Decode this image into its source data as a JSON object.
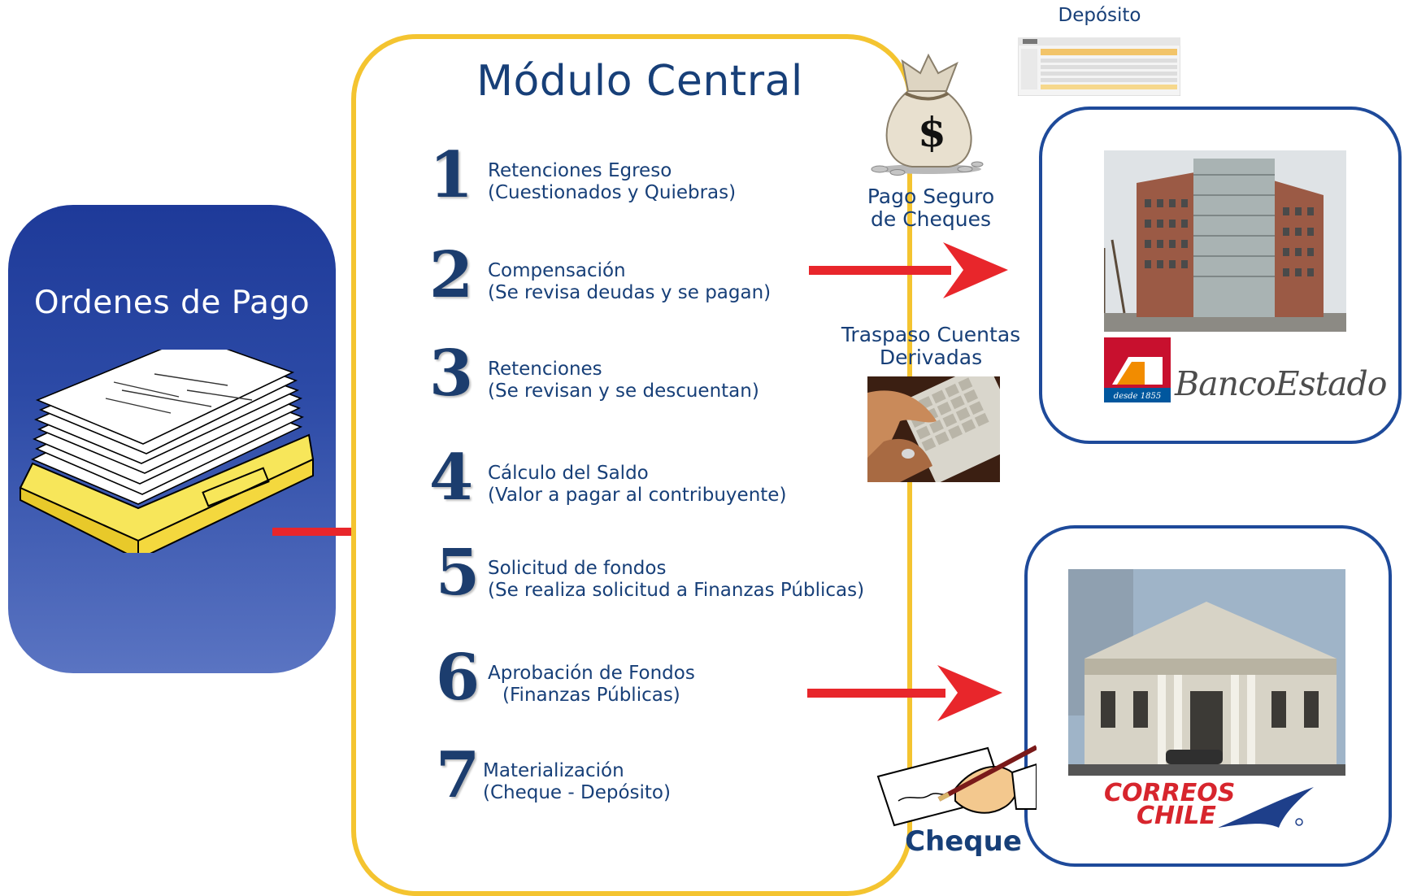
{
  "left_panel": {
    "title": "Ordenes de Pago"
  },
  "central": {
    "title": "Módulo Central",
    "steps": [
      {
        "number": "1",
        "line1": "Retenciones Egreso",
        "line2": "(Cuestionados y Quiebras)"
      },
      {
        "number": "2",
        "line1": "Compensación",
        "line2": "(Se revisa deudas y se pagan)"
      },
      {
        "number": "3",
        "line1": "Retenciones",
        "line2": "(Se revisan y se descuentan)"
      },
      {
        "number": "4",
        "line1": "Cálculo del Saldo",
        "line2": "(Valor a pagar al contribuyente)"
      },
      {
        "number": "5",
        "line1": "Solicitud de fondos",
        "line2": "(Se realiza solicitud a Finanzas Públicas)"
      },
      {
        "number": "6",
        "line1": "Aprobación de Fondos",
        "line2": "(Finanzas Públicas)"
      },
      {
        "number": "7",
        "line1": "Materialización",
        "line2": "(Cheque - Depósito)"
      }
    ]
  },
  "labels": {
    "deposito": "Depósito",
    "pago_seguro_l1": "Pago Seguro",
    "pago_seguro_l2": "de Cheques",
    "traspaso_l1": "Traspaso Cuentas",
    "traspaso_l2": "Derivadas",
    "cheque": "Cheque"
  },
  "logos": {
    "bancoestado": "BancoEstado",
    "bancoestado_badge": "desde 1855",
    "correos_l1": "CORREOS",
    "correos_l2": "CHILE"
  },
  "colors": {
    "arrow": "#e8262b",
    "central_border": "#f4c430",
    "right_border": "#1e4a9a",
    "left_panel": "#2c4aa6"
  }
}
